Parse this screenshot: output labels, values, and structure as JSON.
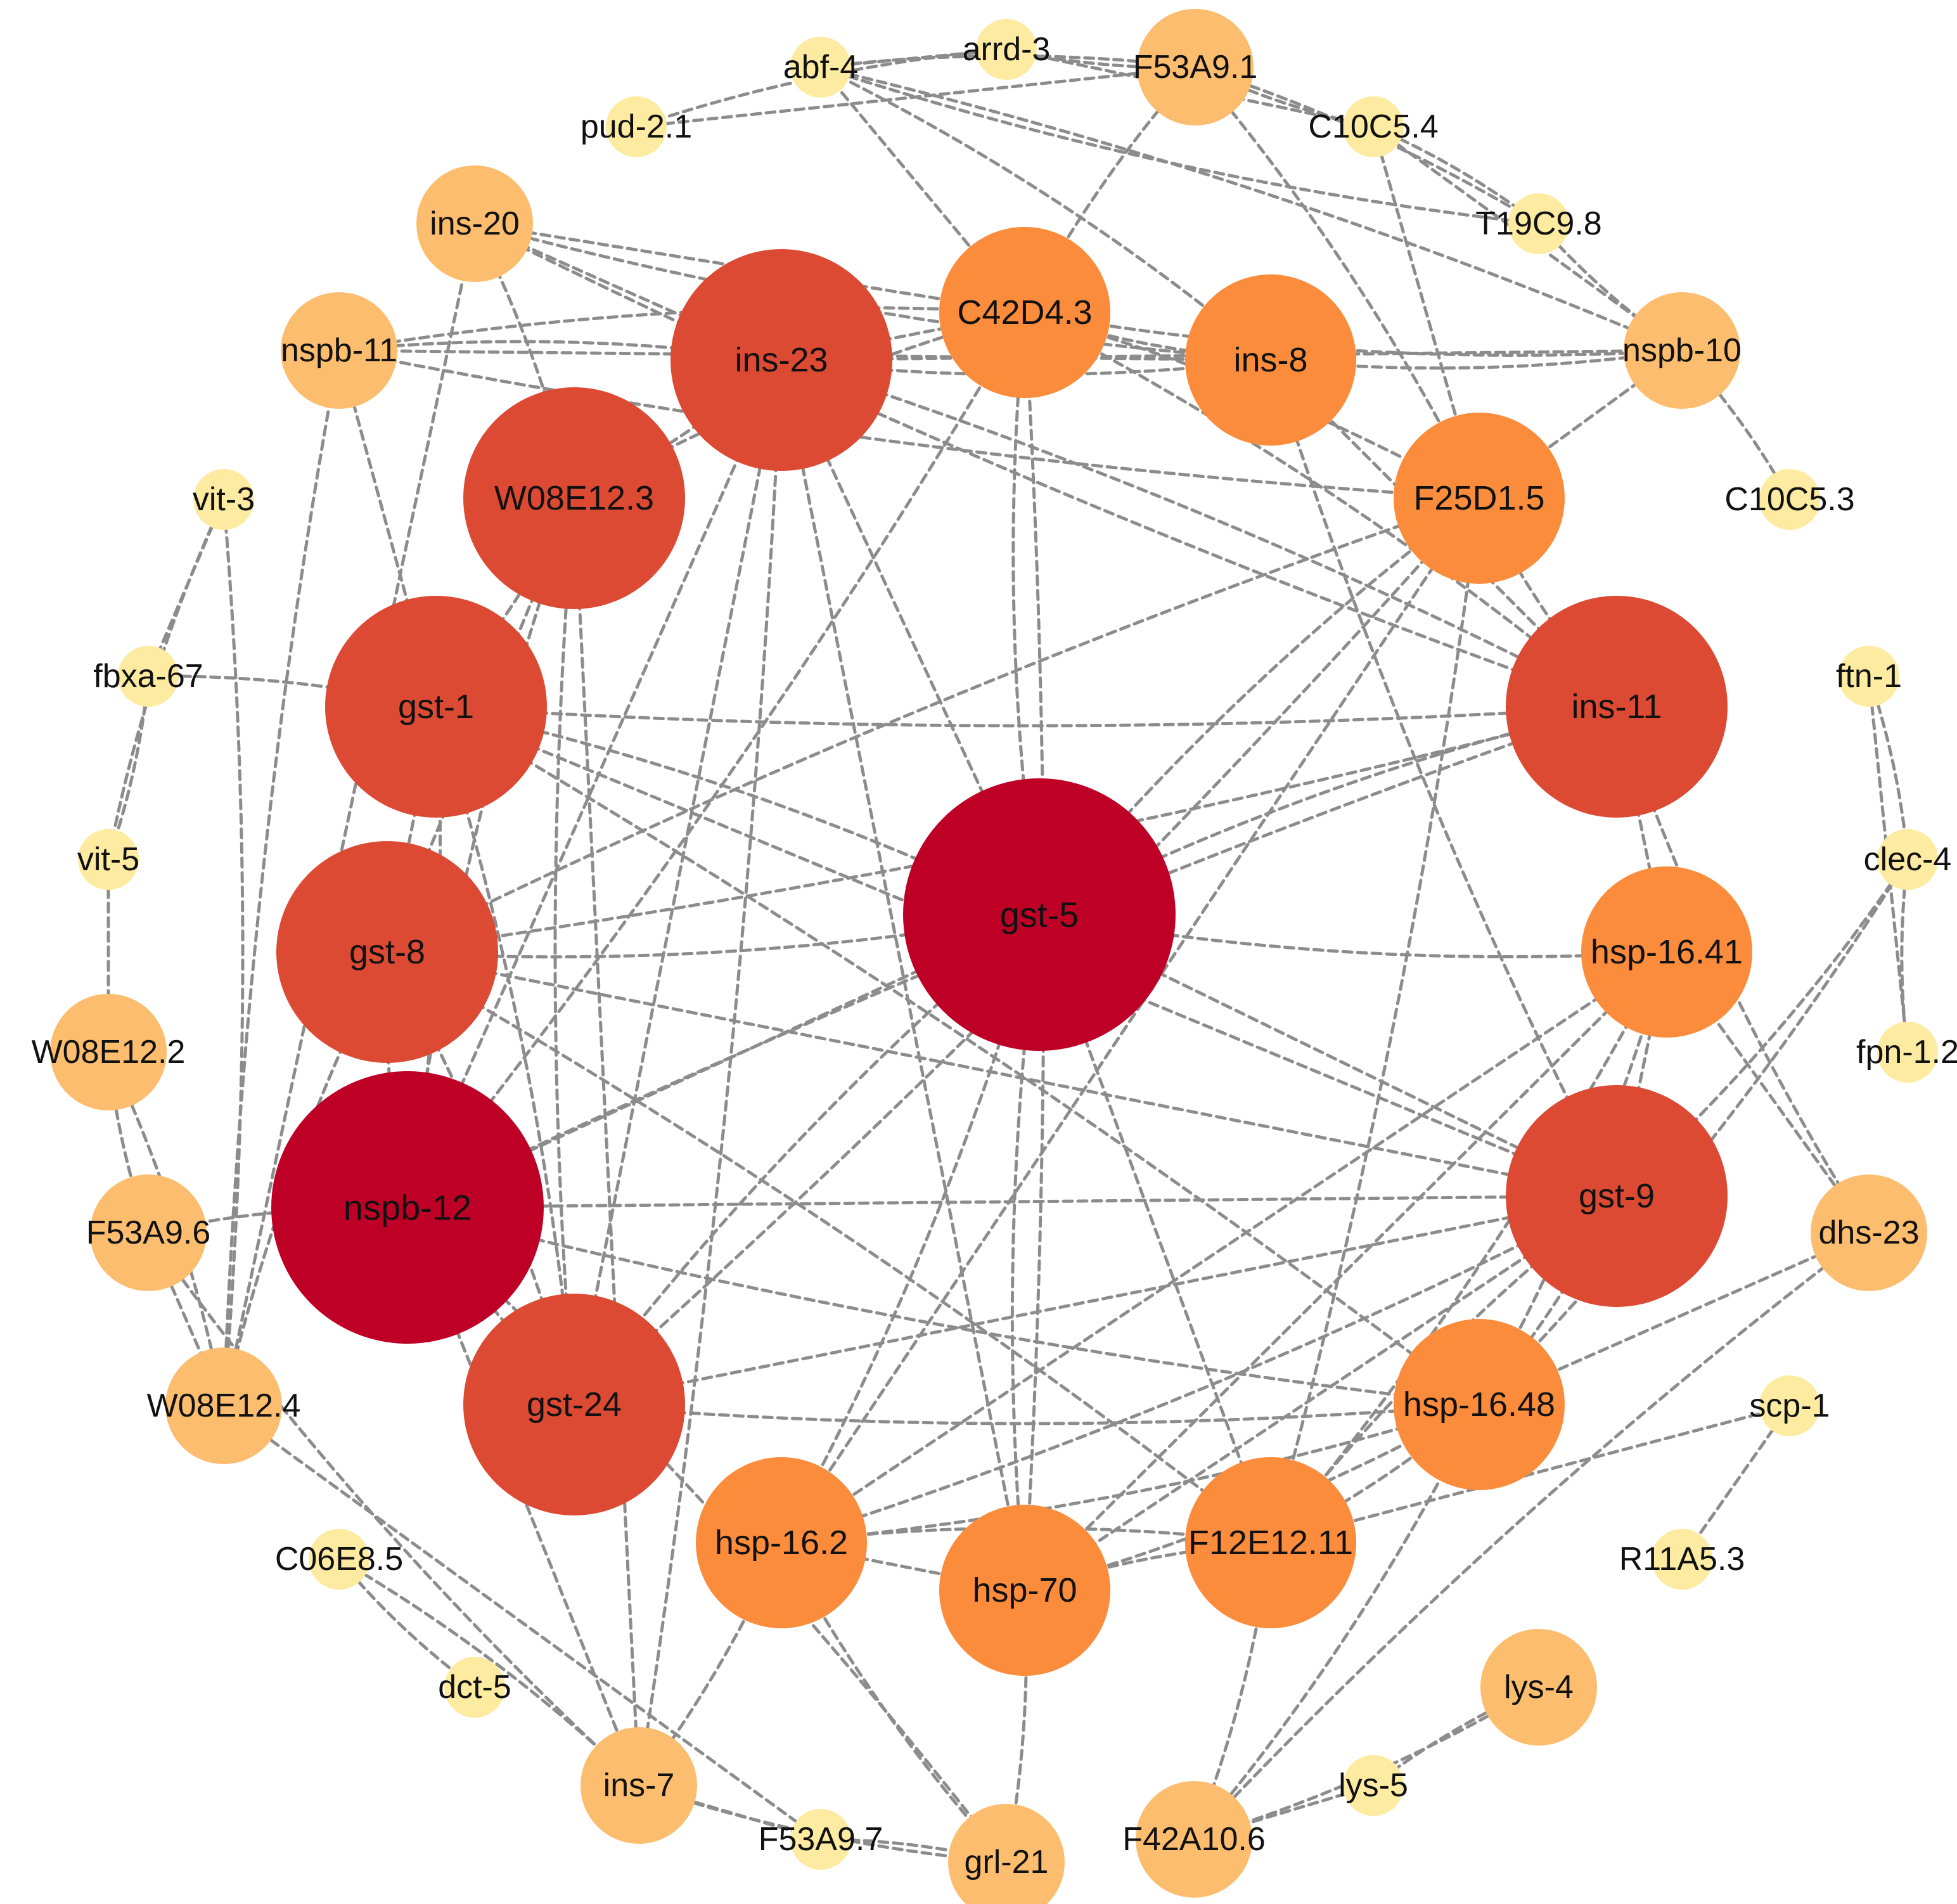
{
  "diagram": {
    "type": "network",
    "edge_style": "dashed",
    "colors": {
      "edge": "#8c8c8c",
      "tier_1": "#be0027",
      "tier_2": "#dc4a34",
      "tier_3": "#fb8c3c",
      "tier_4": "#fdbd6e",
      "tier_5": "#fdeba1"
    },
    "nodes": [
      {
        "id": "gst-5",
        "label": "gst-5",
        "tier": 1
      },
      {
        "id": "nspb-12",
        "label": "nspb-12",
        "tier": 1
      },
      {
        "id": "ins-23",
        "label": "ins-23",
        "tier": 2
      },
      {
        "id": "W08E12.3",
        "label": "W08E12.3",
        "tier": 2
      },
      {
        "id": "gst-1",
        "label": "gst-1",
        "tier": 2
      },
      {
        "id": "gst-8",
        "label": "gst-8",
        "tier": 2
      },
      {
        "id": "gst-24",
        "label": "gst-24",
        "tier": 2
      },
      {
        "id": "ins-11",
        "label": "ins-11",
        "tier": 2
      },
      {
        "id": "gst-9",
        "label": "gst-9",
        "tier": 2
      },
      {
        "id": "C42D4.3",
        "label": "C42D4.3",
        "tier": 3
      },
      {
        "id": "ins-8",
        "label": "ins-8",
        "tier": 3
      },
      {
        "id": "F25D1.5",
        "label": "F25D1.5",
        "tier": 3
      },
      {
        "id": "hsp-16.41",
        "label": "hsp-16.41",
        "tier": 3
      },
      {
        "id": "hsp-16.48",
        "label": "hsp-16.48",
        "tier": 3
      },
      {
        "id": "F12E12.11",
        "label": "F12E12.11",
        "tier": 3
      },
      {
        "id": "hsp-70",
        "label": "hsp-70",
        "tier": 3
      },
      {
        "id": "hsp-16.2",
        "label": "hsp-16.2",
        "tier": 3
      },
      {
        "id": "F53A9.1",
        "label": "F53A9.1",
        "tier": 4
      },
      {
        "id": "ins-20",
        "label": "ins-20",
        "tier": 4
      },
      {
        "id": "nspb-11",
        "label": "nspb-11",
        "tier": 4
      },
      {
        "id": "nspb-10",
        "label": "nspb-10",
        "tier": 4
      },
      {
        "id": "W08E12.2",
        "label": "W08E12.2",
        "tier": 4
      },
      {
        "id": "F53A9.6",
        "label": "F53A9.6",
        "tier": 4
      },
      {
        "id": "W08E12.4",
        "label": "W08E12.4",
        "tier": 4
      },
      {
        "id": "dhs-23",
        "label": "dhs-23",
        "tier": 4
      },
      {
        "id": "ins-7",
        "label": "ins-7",
        "tier": 4
      },
      {
        "id": "grl-21",
        "label": "grl-21",
        "tier": 4
      },
      {
        "id": "F42A10.6",
        "label": "F42A10.6",
        "tier": 4
      },
      {
        "id": "lys-4",
        "label": "lys-4",
        "tier": 4
      },
      {
        "id": "abf-4",
        "label": "abf-4",
        "tier": 5
      },
      {
        "id": "arrd-3",
        "label": "arrd-3",
        "tier": 5
      },
      {
        "id": "pud-2.1",
        "label": "pud-2.1",
        "tier": 5
      },
      {
        "id": "C10C5.4",
        "label": "C10C5.4",
        "tier": 5
      },
      {
        "id": "T19C9.8",
        "label": "T19C9.8",
        "tier": 5
      },
      {
        "id": "C10C5.3",
        "label": "C10C5.3",
        "tier": 5
      },
      {
        "id": "vit-3",
        "label": "vit-3",
        "tier": 5
      },
      {
        "id": "fbxa-67",
        "label": "fbxa-67",
        "tier": 5
      },
      {
        "id": "vit-5",
        "label": "vit-5",
        "tier": 5
      },
      {
        "id": "ftn-1",
        "label": "ftn-1",
        "tier": 5
      },
      {
        "id": "clec-4",
        "label": "clec-4",
        "tier": 5
      },
      {
        "id": "fpn-1.2",
        "label": "fpn-1.2",
        "tier": 5
      },
      {
        "id": "scp-1",
        "label": "scp-1",
        "tier": 5
      },
      {
        "id": "R11A5.3",
        "label": "R11A5.3",
        "tier": 5
      },
      {
        "id": "C06E8.5",
        "label": "C06E8.5",
        "tier": 5
      },
      {
        "id": "dct-5",
        "label": "dct-5",
        "tier": 5
      },
      {
        "id": "F53A9.7",
        "label": "F53A9.7",
        "tier": 5
      },
      {
        "id": "lys-5",
        "label": "lys-5",
        "tier": 5
      }
    ],
    "edges": [
      [
        "gst-5",
        "C42D4.3"
      ],
      [
        "gst-5",
        "ins-23"
      ],
      [
        "gst-5",
        "gst-1"
      ],
      [
        "gst-5",
        "gst-8"
      ],
      [
        "gst-5",
        "nspb-12"
      ],
      [
        "gst-5",
        "gst-24"
      ],
      [
        "gst-5",
        "F25D1.5"
      ],
      [
        "gst-5",
        "gst-9"
      ],
      [
        "gst-5",
        "hsp-70"
      ],
      [
        "gst-5",
        "hsp-16.2"
      ],
      [
        "gst-5",
        "F12E12.11"
      ],
      [
        "gst-5",
        "hsp-16.41"
      ],
      [
        "gst-5",
        "ins-11"
      ],
      [
        "nspb-12",
        "ins-23"
      ],
      [
        "nspb-12",
        "gst-1"
      ],
      [
        "nspb-12",
        "gst-8"
      ],
      [
        "nspb-12",
        "gst-24"
      ],
      [
        "nspb-12",
        "C42D4.3"
      ],
      [
        "nspb-12",
        "ins-11"
      ],
      [
        "nspb-12",
        "gst-9"
      ],
      [
        "nspb-12",
        "hsp-16.48"
      ],
      [
        "nspb-12",
        "W08E12.3"
      ],
      [
        "nspb-12",
        "ins-7"
      ],
      [
        "nspb-12",
        "F53A9.6"
      ],
      [
        "nspb-12",
        "grl-21"
      ],
      [
        "gst-1",
        "gst-8"
      ],
      [
        "gst-1",
        "W08E12.3"
      ],
      [
        "gst-1",
        "gst-24"
      ],
      [
        "gst-1",
        "gst-9"
      ],
      [
        "gst-1",
        "ins-11"
      ],
      [
        "gst-1",
        "hsp-16.48"
      ],
      [
        "gst-1",
        "nspb-11"
      ],
      [
        "gst-1",
        "fbxa-67"
      ],
      [
        "gst-8",
        "gst-24"
      ],
      [
        "gst-8",
        "gst-9"
      ],
      [
        "gst-8",
        "ins-11"
      ],
      [
        "gst-8",
        "F12E12.11"
      ],
      [
        "gst-8",
        "W08E12.3"
      ],
      [
        "gst-8",
        "W08E12.4"
      ],
      [
        "gst-8",
        "F25D1.5"
      ],
      [
        "gst-24",
        "gst-9"
      ],
      [
        "gst-24",
        "hsp-16.48"
      ],
      [
        "gst-24",
        "W08E12.3"
      ],
      [
        "gst-24",
        "ins-23"
      ],
      [
        "gst-24",
        "F25D1.5"
      ],
      [
        "gst-9",
        "hsp-16.2"
      ],
      [
        "gst-9",
        "hsp-70"
      ],
      [
        "gst-9",
        "F12E12.11"
      ],
      [
        "gst-9",
        "hsp-16.48"
      ],
      [
        "gst-9",
        "hsp-16.41"
      ],
      [
        "gst-9",
        "clec-4"
      ],
      [
        "gst-9",
        "ins-8"
      ],
      [
        "hsp-70",
        "hsp-16.2"
      ],
      [
        "hsp-70",
        "hsp-16.48"
      ],
      [
        "hsp-70",
        "F12E12.11"
      ],
      [
        "hsp-70",
        "hsp-16.41"
      ],
      [
        "hsp-70",
        "C42D4.3"
      ],
      [
        "hsp-70",
        "grl-21"
      ],
      [
        "hsp-70",
        "ins-23"
      ],
      [
        "hsp-16.2",
        "hsp-16.48"
      ],
      [
        "hsp-16.2",
        "F12E12.11"
      ],
      [
        "hsp-16.2",
        "hsp-16.41"
      ],
      [
        "hsp-16.2",
        "grl-21"
      ],
      [
        "hsp-16.2",
        "ins-7"
      ],
      [
        "hsp-16.2",
        "F25D1.5"
      ],
      [
        "hsp-16.48",
        "hsp-16.41"
      ],
      [
        "hsp-16.48",
        "F12E12.11"
      ],
      [
        "hsp-16.48",
        "dhs-23"
      ],
      [
        "F12E12.11",
        "hsp-16.41"
      ],
      [
        "F12E12.11",
        "F42A10.6"
      ],
      [
        "F12E12.11",
        "scp-1"
      ],
      [
        "F12E12.11",
        "F25D1.5"
      ],
      [
        "ins-23",
        "W08E12.3"
      ],
      [
        "ins-23",
        "C42D4.3"
      ],
      [
        "ins-23",
        "ins-8"
      ],
      [
        "ins-23",
        "ins-11"
      ],
      [
        "ins-23",
        "ins-20"
      ],
      [
        "ins-23",
        "nspb-11"
      ],
      [
        "ins-23",
        "ins-7"
      ],
      [
        "ins-23",
        "nspb-10"
      ],
      [
        "W08E12.3",
        "ins-20"
      ],
      [
        "W08E12.3",
        "C42D4.3"
      ],
      [
        "W08E12.3",
        "ins-7"
      ],
      [
        "C42D4.3",
        "ins-8"
      ],
      [
        "C42D4.3",
        "ins-11"
      ],
      [
        "C42D4.3",
        "ins-20"
      ],
      [
        "C42D4.3",
        "nspb-11"
      ],
      [
        "C42D4.3",
        "F53A9.1"
      ],
      [
        "C42D4.3",
        "abf-4"
      ],
      [
        "C42D4.3",
        "nspb-10"
      ],
      [
        "C42D4.3",
        "F25D1.5"
      ],
      [
        "ins-8",
        "ins-11"
      ],
      [
        "ins-8",
        "nspb-10"
      ],
      [
        "ins-8",
        "ins-20"
      ],
      [
        "ins-8",
        "nspb-11"
      ],
      [
        "ins-8",
        "abf-4"
      ],
      [
        "ins-11",
        "F25D1.5"
      ],
      [
        "ins-11",
        "hsp-16.41"
      ],
      [
        "ins-11",
        "dhs-23"
      ],
      [
        "ins-11",
        "ins-20"
      ],
      [
        "F25D1.5",
        "nspb-10"
      ],
      [
        "F25D1.5",
        "F53A9.1"
      ],
      [
        "F25D1.5",
        "nspb-11"
      ],
      [
        "F25D1.5",
        "C10C5.4"
      ],
      [
        "F53A9.1",
        "C10C5.4"
      ],
      [
        "F53A9.1",
        "T19C9.8"
      ],
      [
        "F53A9.1",
        "pud-2.1"
      ],
      [
        "F53A9.1",
        "abf-4"
      ],
      [
        "F53A9.1",
        "arrd-3"
      ],
      [
        "abf-4",
        "arrd-3"
      ],
      [
        "abf-4",
        "T19C9.8"
      ],
      [
        "abf-4",
        "nspb-10"
      ],
      [
        "arrd-3",
        "C10C5.4"
      ],
      [
        "arrd-3",
        "pud-2.1"
      ],
      [
        "C10C5.4",
        "T19C9.8"
      ],
      [
        "C10C5.4",
        "nspb-10"
      ],
      [
        "T19C9.8",
        "nspb-10"
      ],
      [
        "nspb-10",
        "C10C5.3"
      ],
      [
        "vit-3",
        "fbxa-67"
      ],
      [
        "vit-3",
        "vit-5"
      ],
      [
        "fbxa-67",
        "vit-5"
      ],
      [
        "vit-5",
        "W08E12.2"
      ],
      [
        "W08E12.2",
        "F53A9.6"
      ],
      [
        "W08E12.2",
        "W08E12.4"
      ],
      [
        "F53A9.6",
        "W08E12.4"
      ],
      [
        "F53A9.6",
        "ins-7"
      ],
      [
        "W08E12.4",
        "nspb-11"
      ],
      [
        "W08E12.4",
        "ins-20"
      ],
      [
        "W08E12.4",
        "vit-3"
      ],
      [
        "ftn-1",
        "clec-4"
      ],
      [
        "ftn-1",
        "fpn-1.2"
      ],
      [
        "clec-4",
        "fpn-1.2"
      ],
      [
        "clec-4",
        "hsp-16.48"
      ],
      [
        "scp-1",
        "R11A5.3"
      ],
      [
        "C06E8.5",
        "dct-5"
      ],
      [
        "C06E8.5",
        "ins-7"
      ],
      [
        "ins-7",
        "F53A9.7"
      ],
      [
        "ins-7",
        "grl-21"
      ],
      [
        "F53A9.7",
        "grl-21"
      ],
      [
        "F53A9.7",
        "W08E12.4"
      ],
      [
        "lys-4",
        "lys-5"
      ],
      [
        "lys-4",
        "F42A10.6"
      ],
      [
        "lys-5",
        "F42A10.6"
      ],
      [
        "F42A10.6",
        "hsp-16.48"
      ],
      [
        "F42A10.6",
        "dhs-23"
      ],
      [
        "dhs-23",
        "hsp-16.41"
      ]
    ]
  }
}
